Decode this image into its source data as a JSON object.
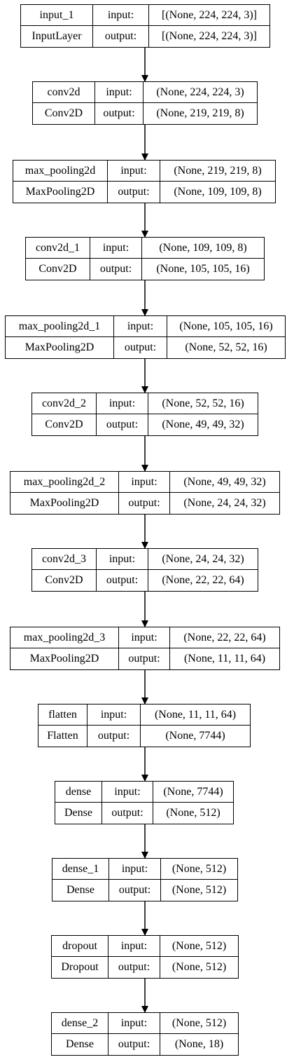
{
  "diagram": {
    "input_label": "input:",
    "output_label": "output:",
    "layers": [
      {
        "name": "input_1",
        "type": "InputLayer",
        "input": "[(None, 224, 224, 3)]",
        "output": "[(None, 224, 224, 3)]"
      },
      {
        "name": "conv2d",
        "type": "Conv2D",
        "input": "(None, 224, 224, 3)",
        "output": "(None, 219, 219, 8)"
      },
      {
        "name": "max_pooling2d",
        "type": "MaxPooling2D",
        "input": "(None, 219, 219, 8)",
        "output": "(None, 109, 109, 8)"
      },
      {
        "name": "conv2d_1",
        "type": "Conv2D",
        "input": "(None, 109, 109, 8)",
        "output": "(None, 105, 105, 16)"
      },
      {
        "name": "max_pooling2d_1",
        "type": "MaxPooling2D",
        "input": "(None, 105, 105, 16)",
        "output": "(None, 52, 52, 16)"
      },
      {
        "name": "conv2d_2",
        "type": "Conv2D",
        "input": "(None, 52, 52, 16)",
        "output": "(None, 49, 49, 32)"
      },
      {
        "name": "max_pooling2d_2",
        "type": "MaxPooling2D",
        "input": "(None, 49, 49, 32)",
        "output": "(None, 24, 24, 32)"
      },
      {
        "name": "conv2d_3",
        "type": "Conv2D",
        "input": "(None, 24, 24, 32)",
        "output": "(None, 22, 22, 64)"
      },
      {
        "name": "max_pooling2d_3",
        "type": "MaxPooling2D",
        "input": "(None, 22, 22, 64)",
        "output": "(None, 11, 11, 64)"
      },
      {
        "name": "flatten",
        "type": "Flatten",
        "input": "(None, 11, 11, 64)",
        "output": "(None, 7744)"
      },
      {
        "name": "dense",
        "type": "Dense",
        "input": "(None, 7744)",
        "output": "(None, 512)"
      },
      {
        "name": "dense_1",
        "type": "Dense",
        "input": "(None, 512)",
        "output": "(None, 512)"
      },
      {
        "name": "dropout",
        "type": "Dropout",
        "input": "(None, 512)",
        "output": "(None, 512)"
      },
      {
        "name": "dense_2",
        "type": "Dense",
        "input": "(None, 512)",
        "output": "(None, 18)"
      }
    ]
  }
}
